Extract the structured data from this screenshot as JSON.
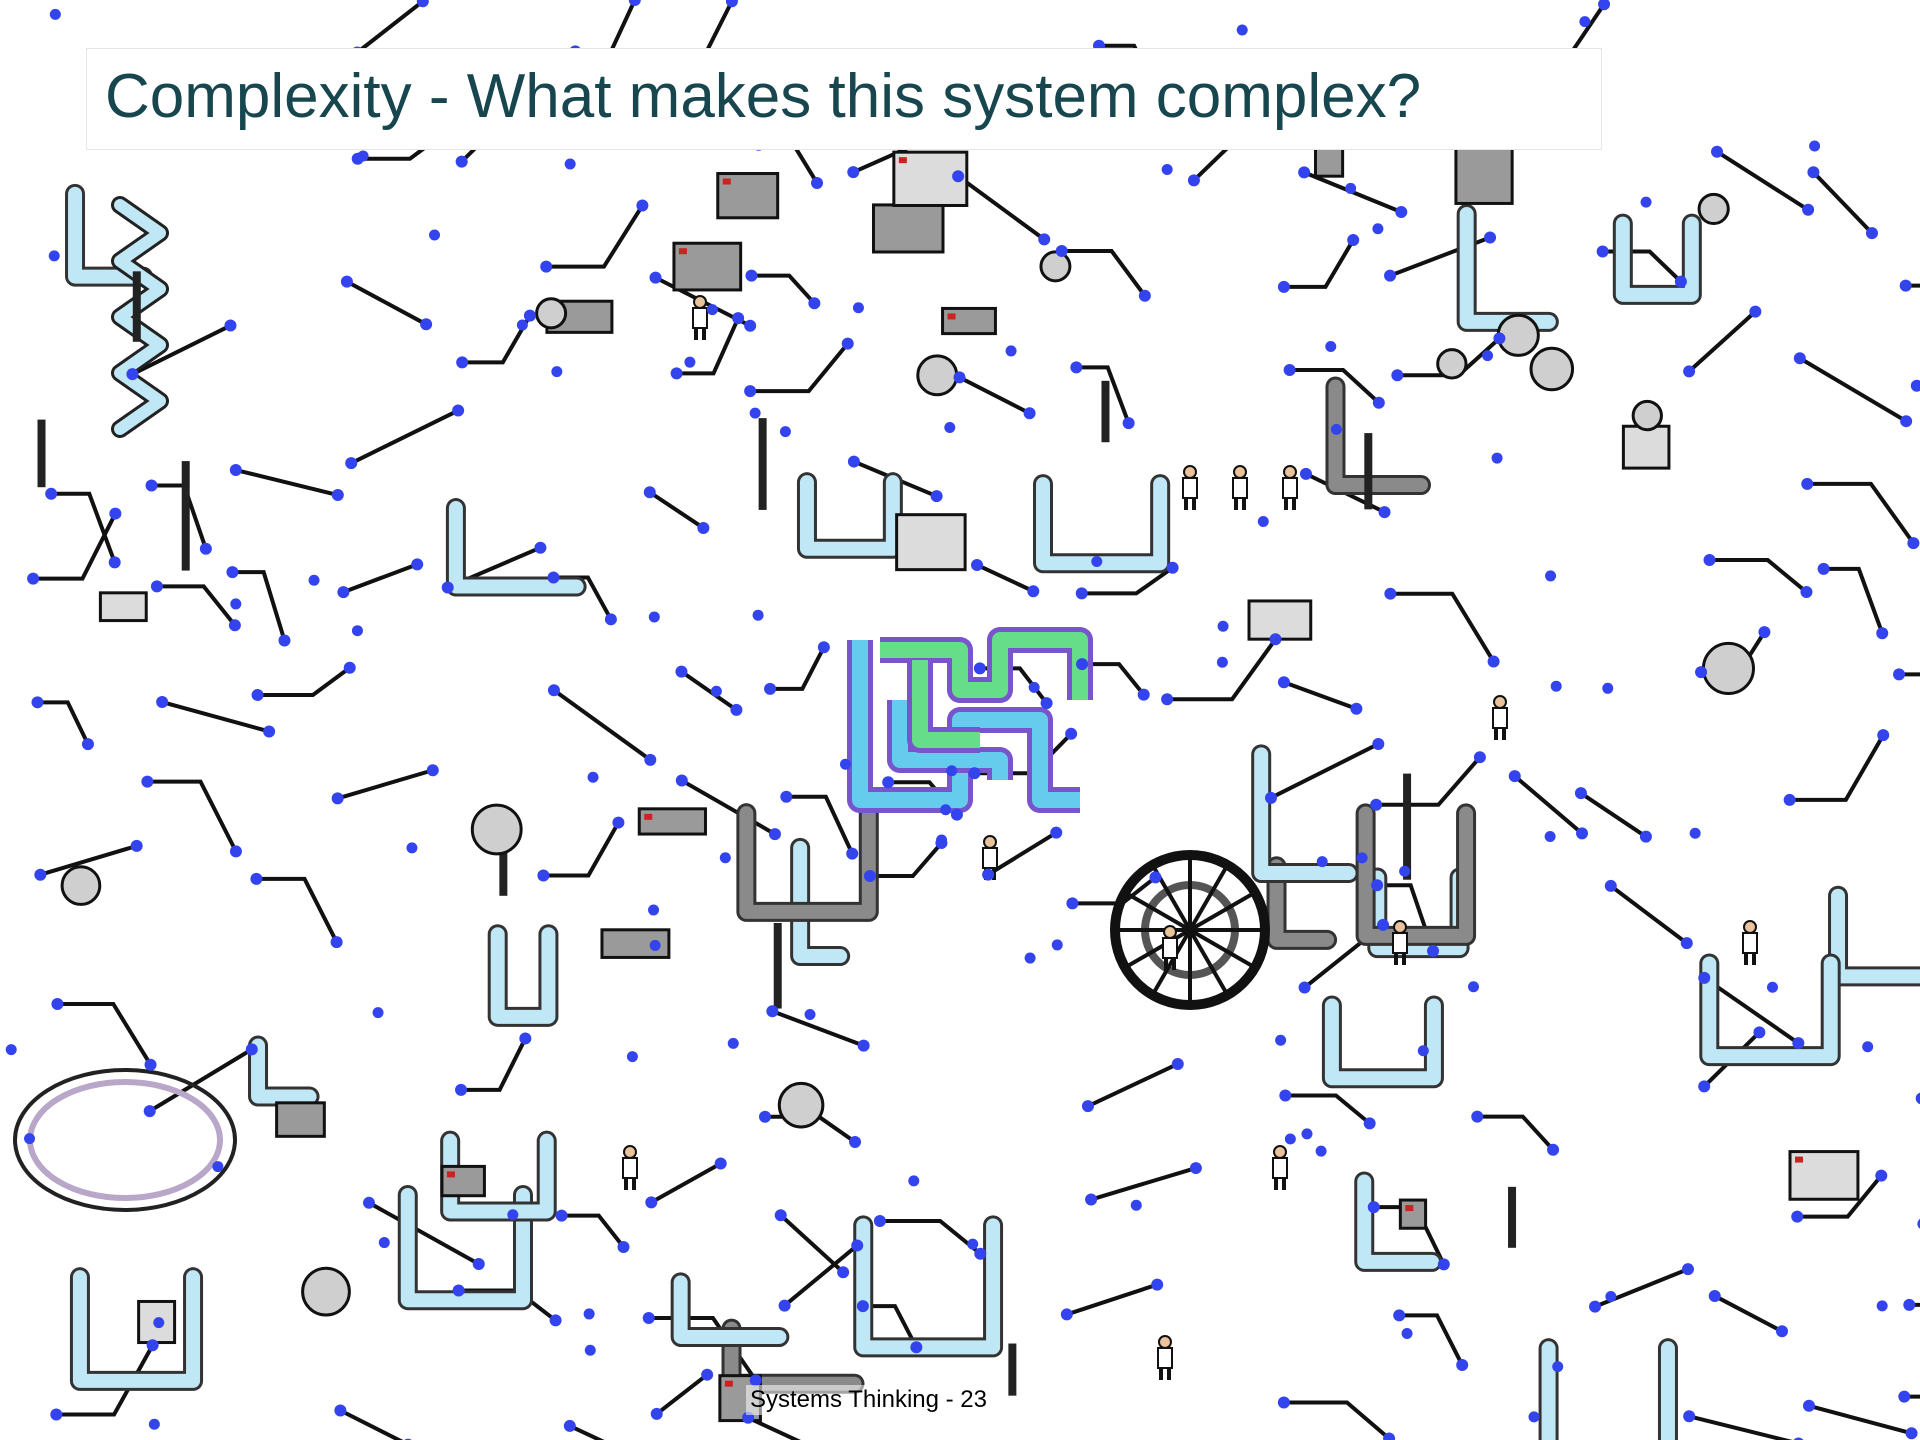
{
  "slide": {
    "title": "Complexity - What makes this system complex?",
    "footer": "Systems Thinking - 23"
  },
  "illustration": {
    "style": "pixel-art machine maze (The Incredible Machine style)",
    "colors": {
      "node": "#3344ee",
      "line": "#111111",
      "pipe_light": "#bfe7f5",
      "pipe_gray": "#8a8a8a",
      "maze_outer": "#7755cc",
      "maze_inner": "#66ccee",
      "maze_green": "#66dd88",
      "title": "#17464f"
    }
  }
}
